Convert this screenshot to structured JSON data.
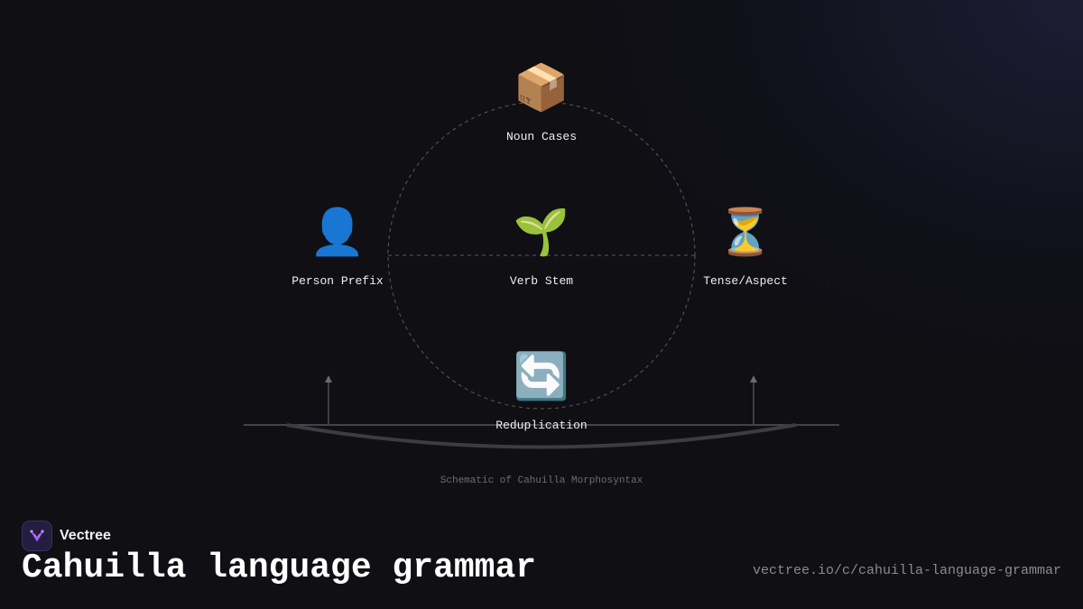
{
  "diagram": {
    "nodes": [
      {
        "id": "noun-cases",
        "label": "Noun Cases",
        "icon": "package-icon",
        "glyph": "📦"
      },
      {
        "id": "person-prefix",
        "label": "Person Prefix",
        "icon": "person-icon",
        "glyph": "👤"
      },
      {
        "id": "verb-stem",
        "label": "Verb Stem",
        "icon": "seedling-icon",
        "glyph": "🌱"
      },
      {
        "id": "tense-aspect",
        "label": "Tense/Aspect",
        "icon": "hourglass-icon",
        "glyph": "⏳"
      },
      {
        "id": "reduplication",
        "label": "Reduplication",
        "icon": "cycle-arrows-icon",
        "glyph": "🔄"
      }
    ],
    "caption": "Schematic of Cahuilla Morphosyntax"
  },
  "brand": {
    "name": "Vectree",
    "accent_color": "#8b5cf6"
  },
  "page": {
    "title": "Cahuilla language grammar",
    "url": "vectree.io/c/cahuilla-language-grammar"
  }
}
